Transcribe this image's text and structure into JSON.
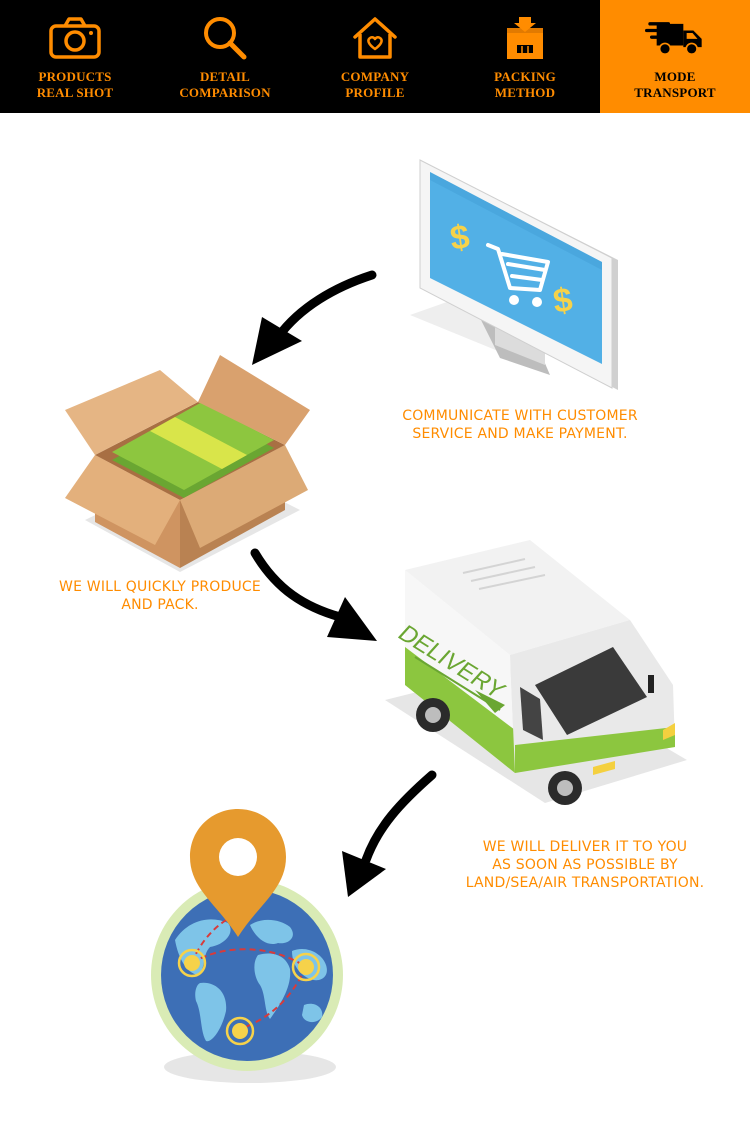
{
  "colors": {
    "accent": "#ff8c00",
    "nav_background": "#000000",
    "monitor_screen": "#52b0e6",
    "box_cardboard": "#d9a16e",
    "banknotes": "#8dc63f",
    "van_stripe": "#8cc63f",
    "globe_ocean": "#3d6fb6",
    "globe_land": "#7ec4e8",
    "map_pin": "#e69a2e"
  },
  "nav": {
    "items": [
      {
        "label": "PRODUCTS\nREAL SHOT",
        "icon": "camera-icon",
        "active": false
      },
      {
        "label": "DETAIL\nCOMPARISON",
        "icon": "magnifier-icon",
        "active": false
      },
      {
        "label": "COMPANY\nPROFILE",
        "icon": "house-heart-icon",
        "active": false
      },
      {
        "label": "PACKING\nMETHOD",
        "icon": "package-icon",
        "active": false
      },
      {
        "label": "MODE\nTRANSPORT",
        "icon": "delivery-truck-icon",
        "active": true
      }
    ]
  },
  "steps": {
    "communicate": {
      "caption": "COMMUNICATE WITH CUSTOMER\nSERVICE AND MAKE PAYMENT.",
      "icon": "computer-shopping-cart-icon"
    },
    "produce": {
      "caption": "WE WILL QUICKLY PRODUCE\nAND PACK.",
      "icon": "open-box-icon"
    },
    "deliver": {
      "caption": "WE WILL DELIVER IT TO YOU\nAS SOON AS POSSIBLE BY\nLAND/SEA/AIR TRANSPORTATION.",
      "icon": "delivery-van-icon",
      "van_text": "DELIVERY"
    },
    "destination": {
      "icon": "globe-pin-icon"
    }
  }
}
